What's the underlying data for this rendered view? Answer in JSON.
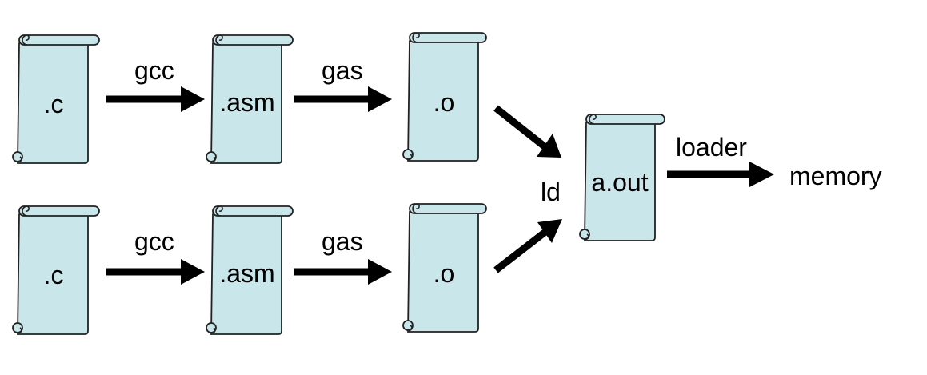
{
  "nodes": {
    "c_top": ".c",
    "asm_top": ".asm",
    "o_top": ".o",
    "c_bottom": ".c",
    "asm_bottom": ".asm",
    "o_bottom": ".o",
    "aout": "a.out",
    "memory": "memory"
  },
  "edges": {
    "gcc_top": "gcc",
    "gas_top": "gas",
    "gcc_bottom": "gcc",
    "gas_bottom": "gas",
    "ld": "ld",
    "loader": "loader"
  },
  "colors": {
    "scroll_fill": "#c9e6ea",
    "arrow": "#000000"
  }
}
